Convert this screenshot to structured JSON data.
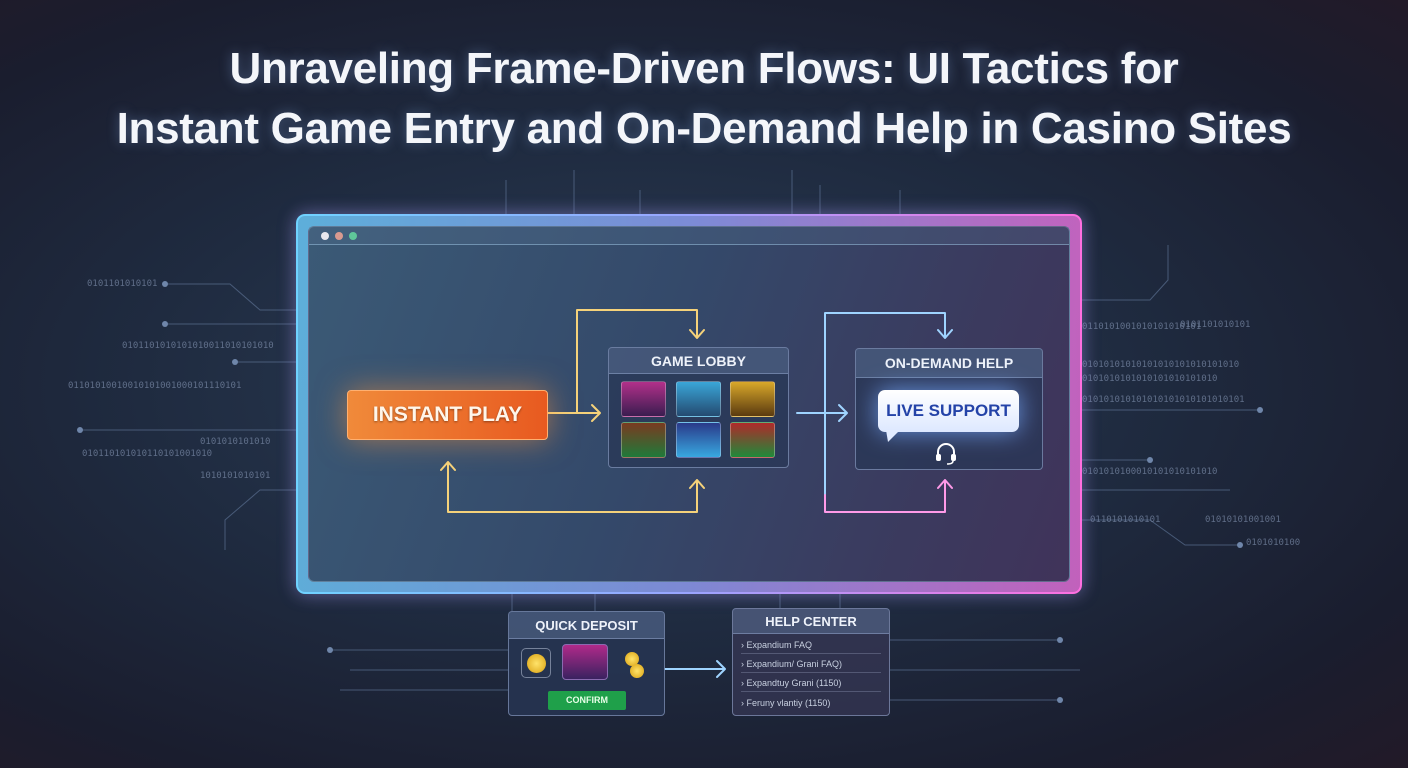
{
  "title": {
    "line1": "Unraveling Frame-Driven Flows: UI Tactics for",
    "line2": "Instant Game Entry and On-Demand Help in Casino Sites"
  },
  "binary": [
    "0101101010101",
    "0101101010101010011010101010",
    "01101010010010101001000101110101",
    "0101010101010",
    "010110101010110101001010",
    "1010101010101",
    "0101101010101",
    "0110101001010101010101",
    "01010101010101010101010101010",
    "0101010101010101010101010",
    "010101010101010101010101010101",
    "0101010100010101010101010",
    "0110101010101",
    "01010101001001",
    "0101010100"
  ],
  "browser": {
    "dot_colors": [
      "#e8e8ee",
      "#d99a90",
      "#5fc79a"
    ]
  },
  "instant_play": {
    "label": "INSTANT PLAY",
    "color": "#e8662a"
  },
  "game_lobby": {
    "title": "GAME LOBBY",
    "tiles": [
      "slot-machine-purple",
      "slot-machine-blue",
      "slot-machine-gold",
      "roulette-table",
      "poker-table-blue",
      "blackjack-table-red"
    ]
  },
  "on_demand_help": {
    "title": "ON-DEMAND HELP",
    "live_support": "LIVE SUPPORT",
    "icon": "headset-icon"
  },
  "quick_deposit": {
    "title": "QUICK DEPOSIT",
    "confirm": "CONFIRM"
  },
  "help_center": {
    "title": "HELP CENTER",
    "items": [
      "Expandium FAQ",
      "Expandium/ Grani FAQ)",
      "Expandtuy Grani (1150)",
      "Feruny vlantiy (1150)"
    ]
  },
  "colors": {
    "accent_yellow": "#f5d27a",
    "accent_blue": "#9fd4ff",
    "accent_pink": "#ff8fe6",
    "confirm_green": "#1fa04a"
  }
}
